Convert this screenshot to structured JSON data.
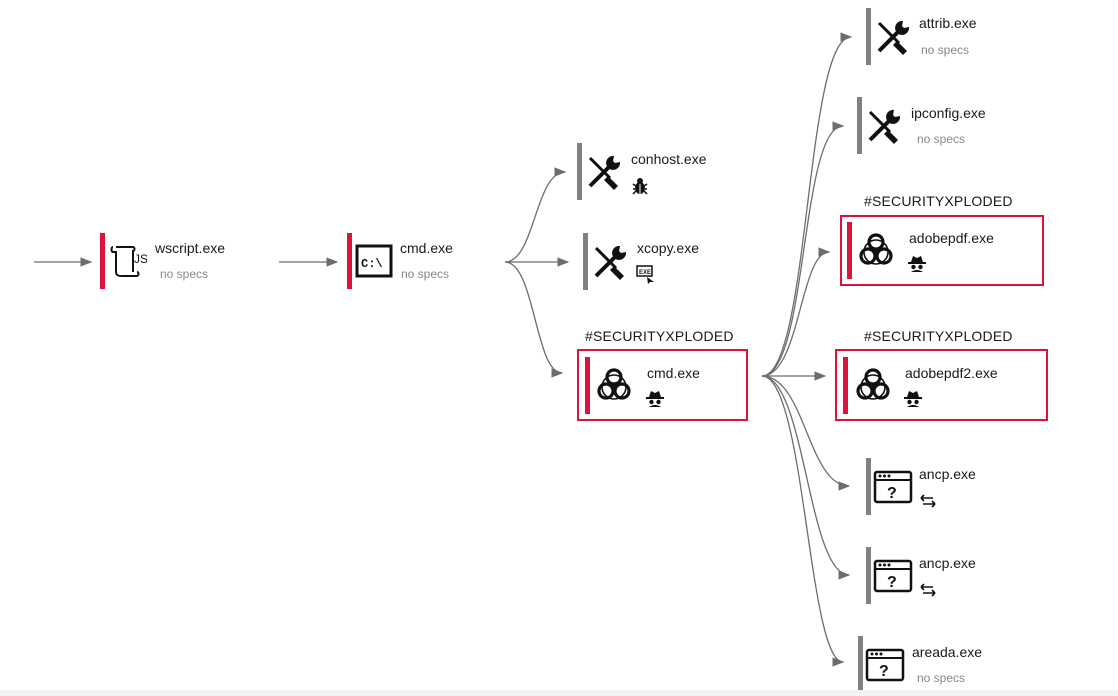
{
  "colors": {
    "bar_grey": "#7f7f7f",
    "bar_red": "#dc143c",
    "edge": "#6d6d6d",
    "text": "#1a1a1a",
    "muted": "#888888"
  },
  "nodes": {
    "wscript": {
      "name": "wscript.exe",
      "specs": "no specs",
      "icon": "script-js-icon"
    },
    "cmd1": {
      "name": "cmd.exe",
      "specs": "no specs",
      "icon": "terminal-icon"
    },
    "conhost": {
      "name": "conhost.exe",
      "icon": "tools-icon",
      "badge": "bug-icon"
    },
    "xcopy": {
      "name": "xcopy.exe",
      "icon": "tools-icon",
      "badge": "exe-drop-icon"
    },
    "cmd2": {
      "name": "cmd.exe",
      "tag": "#SECURITYXPLODED",
      "icon": "biohazard-icon",
      "badge": "spy-icon"
    },
    "attrib": {
      "name": "attrib.exe",
      "specs": "no specs",
      "icon": "tools-icon"
    },
    "ipconfig": {
      "name": "ipconfig.exe",
      "specs": "no specs",
      "icon": "tools-icon"
    },
    "adobepdf": {
      "name": "adobepdf.exe",
      "tag": "#SECURITYXPLODED",
      "icon": "biohazard-icon",
      "badge": "spy-icon"
    },
    "adobepdf2": {
      "name": "adobepdf2.exe",
      "tag": "#SECURITYXPLODED",
      "icon": "biohazard-icon",
      "badge": "spy-icon"
    },
    "ancp1": {
      "name": "ancp.exe",
      "icon": "unknown-window-icon",
      "badge": "swap-arrows-icon"
    },
    "ancp2": {
      "name": "ancp.exe",
      "icon": "unknown-window-icon",
      "badge": "swap-arrows-icon"
    },
    "areada": {
      "name": "areada.exe",
      "specs": "no specs",
      "icon": "unknown-window-icon"
    }
  }
}
